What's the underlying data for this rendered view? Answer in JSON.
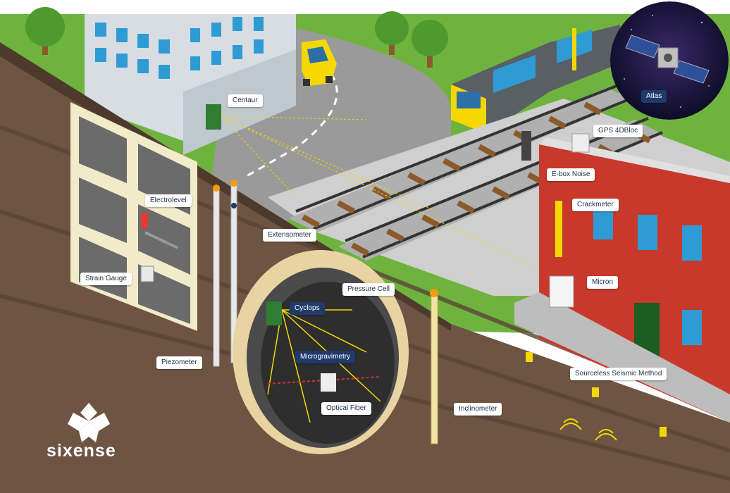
{
  "labels": {
    "centaur": "Centaur",
    "atlas": "Atlas",
    "gps": "GPS 4DBloc",
    "ebox": "E-box Noise",
    "crackmeter": "Crackmeter",
    "micron": "Micron",
    "electrolevel": "Electrolevel",
    "extensometer": "Extensometer",
    "strain_gauge": "Strain Gauge",
    "pressure_cell": "Pressure Cell",
    "cyclops": "Cyclops",
    "microgravimetry": "Microgravimetry",
    "piezometer": "Piezometer",
    "optical_fiber": "Optical Fiber",
    "inclinometer": "Inclinometer",
    "sourceless_seismic": "Sourceless Seismic Method"
  },
  "brand": {
    "logo_text": "sixense",
    "soil_color": "#6e5443",
    "grass_color": "#6fb33f",
    "brick_color": "#c8392b",
    "train_color": "#f4d800",
    "label_color": "#1f2d44"
  }
}
